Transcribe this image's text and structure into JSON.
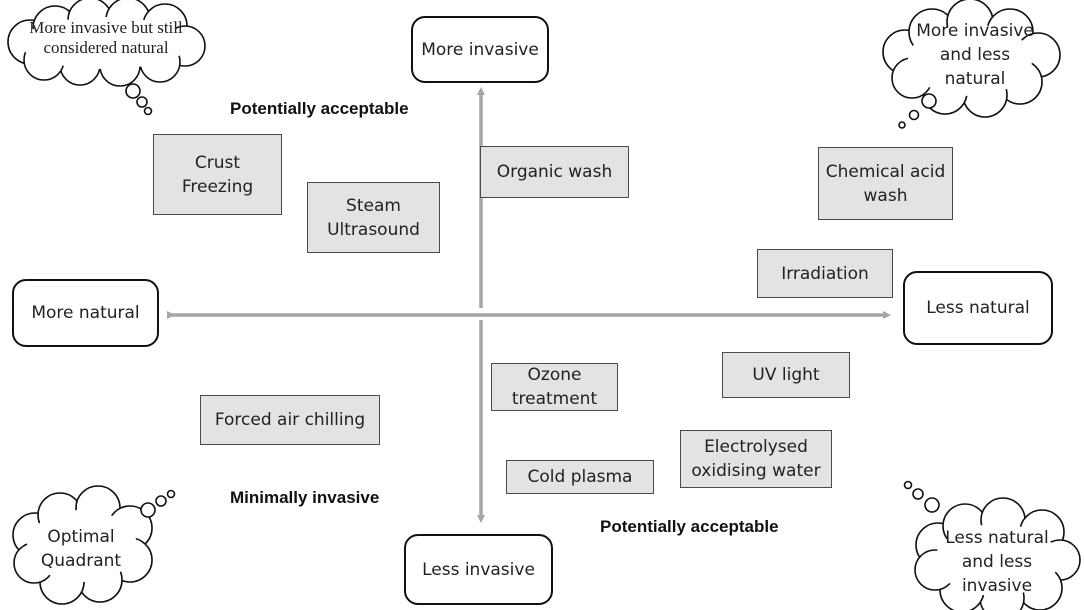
{
  "axis_labels": {
    "top": "More invasive",
    "bottom": "Less invasive",
    "left": "More natural",
    "right": "Less natural"
  },
  "quadrant_labels": {
    "top_left": "Potentially acceptable",
    "bottom_right": "Potentially acceptable",
    "bottom_left": "Minimally invasive"
  },
  "clouds": {
    "top_left": "More invasive but still\nconsidered natural",
    "top_right": "More invasive\nand less\nnatural",
    "bottom_left": "Optimal\nQuadrant",
    "bottom_right": "Less natural\nand less\ninvasive"
  },
  "items": {
    "crust_freezing": "Crust\nFreezing",
    "steam_ultrasound": "Steam\nUltrasound",
    "organic_wash": "Organic wash",
    "chemical_acid_wash": "Chemical acid\nwash",
    "irradiation": "Irradiation",
    "ozone_treatment": "Ozone\ntreatment",
    "uv_light": "UV light",
    "forced_air_chilling": "Forced air chilling",
    "electrolysed_oxidising_water": "Electrolysed\noxidising water",
    "cold_plasma": "Cold plasma"
  },
  "colors": {
    "axis": "#a6a6a6",
    "box_fill": "#e3e3e3",
    "outline": "#111111"
  }
}
